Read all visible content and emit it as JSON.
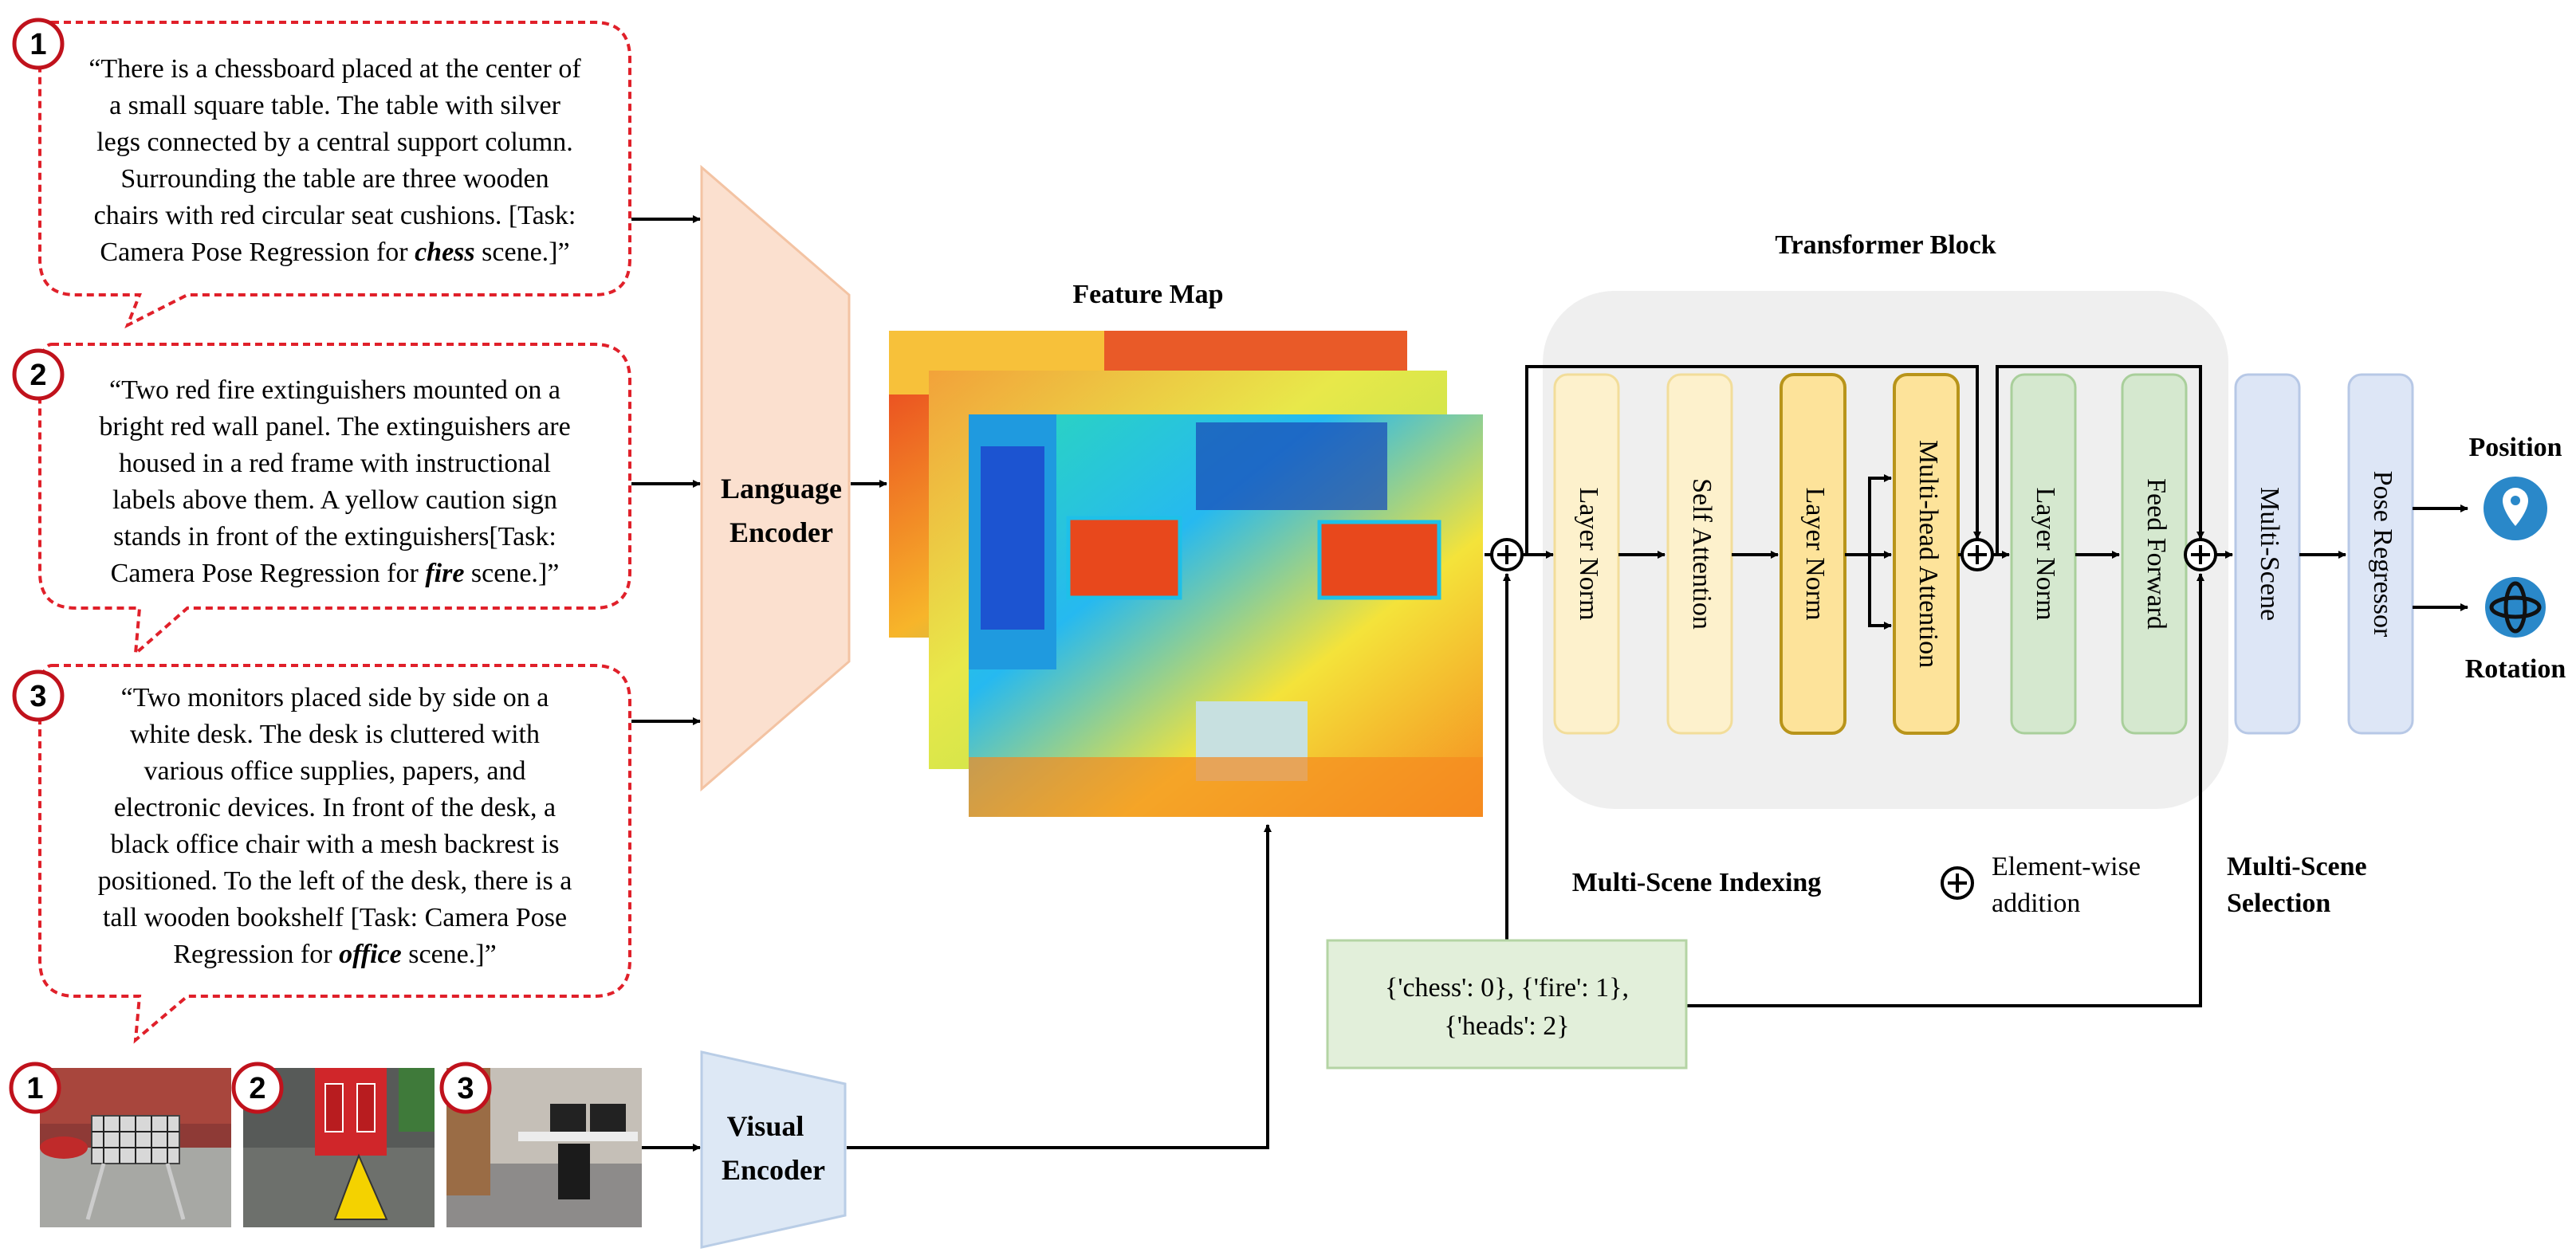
{
  "prompts": [
    {
      "number": "1",
      "lines": [
        "“There is a chessboard placed at the center of",
        "a small square table. The table with silver",
        "legs connected by a central support column.",
        "Surrounding the table are three wooden",
        "chairs with red circular seat cushions. [Task:"
      ],
      "last_prefix": "Camera Pose Regression for ",
      "scene": "chess",
      "last_suffix": "  scene.]”"
    },
    {
      "number": "2",
      "lines": [
        "“Two red fire extinguishers mounted on a",
        "bright red wall panel. The extinguishers are",
        "housed in a red frame with instructional",
        "labels above them. A yellow caution sign",
        "stands in front of the extinguishers[Task:"
      ],
      "last_prefix": "Camera Pose Regression for ",
      "scene": "fire",
      "last_suffix": "  scene.]”"
    },
    {
      "number": "3",
      "lines": [
        "“Two monitors placed side by side on a",
        "white desk. The desk is cluttered with",
        "various office supplies, papers, and",
        "electronic devices. In front of the desk, a",
        "black office chair with a mesh backrest is",
        "positioned. To the left of the desk, there is a",
        "tall wooden bookshelf [Task: Camera Pose"
      ],
      "last_prefix": "Regression for ",
      "scene": "office",
      "last_suffix": "  scene.]”"
    }
  ],
  "image_numbers": [
    "1",
    "2",
    "3"
  ],
  "language_encoder": [
    "Language",
    "Encoder"
  ],
  "visual_encoder": [
    "Visual",
    "Encoder"
  ],
  "feature_map_title": "Feature Map",
  "transformer_title": "Transformer Block",
  "blocks": [
    "Layer  Norm",
    "Self  Attention",
    "Layer  Norm",
    "Multi-head  Attention",
    "Layer  Norm",
    "Feed  Forward",
    "Multi-Scene",
    "Pose Regressor"
  ],
  "outputs": {
    "position": "Position",
    "rotation": "Rotation"
  },
  "legend": {
    "indexing": "Multi-Scene Indexing",
    "addition_line1": "Element-wise",
    "addition_line2": "addition",
    "selection_line1": "Multi-Scene",
    "selection_line2": "Selection"
  },
  "index_box": [
    "{'chess': 0}, {'fire': 1},",
    "{'heads': 2}"
  ],
  "colors": {
    "bubble_border": "#e0202a",
    "lang_encoder": "#fbe0cf",
    "visual_encoder": "#dde8f5",
    "transformer_bg": "#efefef",
    "layer_norm_light": "#fdf1cc",
    "layer_norm_dark": "#fde39a",
    "green_block": "#d5e8cf",
    "blue_block": "#dde6f6",
    "index_box": "#e2efda",
    "pin_blue": "#2a88c9"
  }
}
